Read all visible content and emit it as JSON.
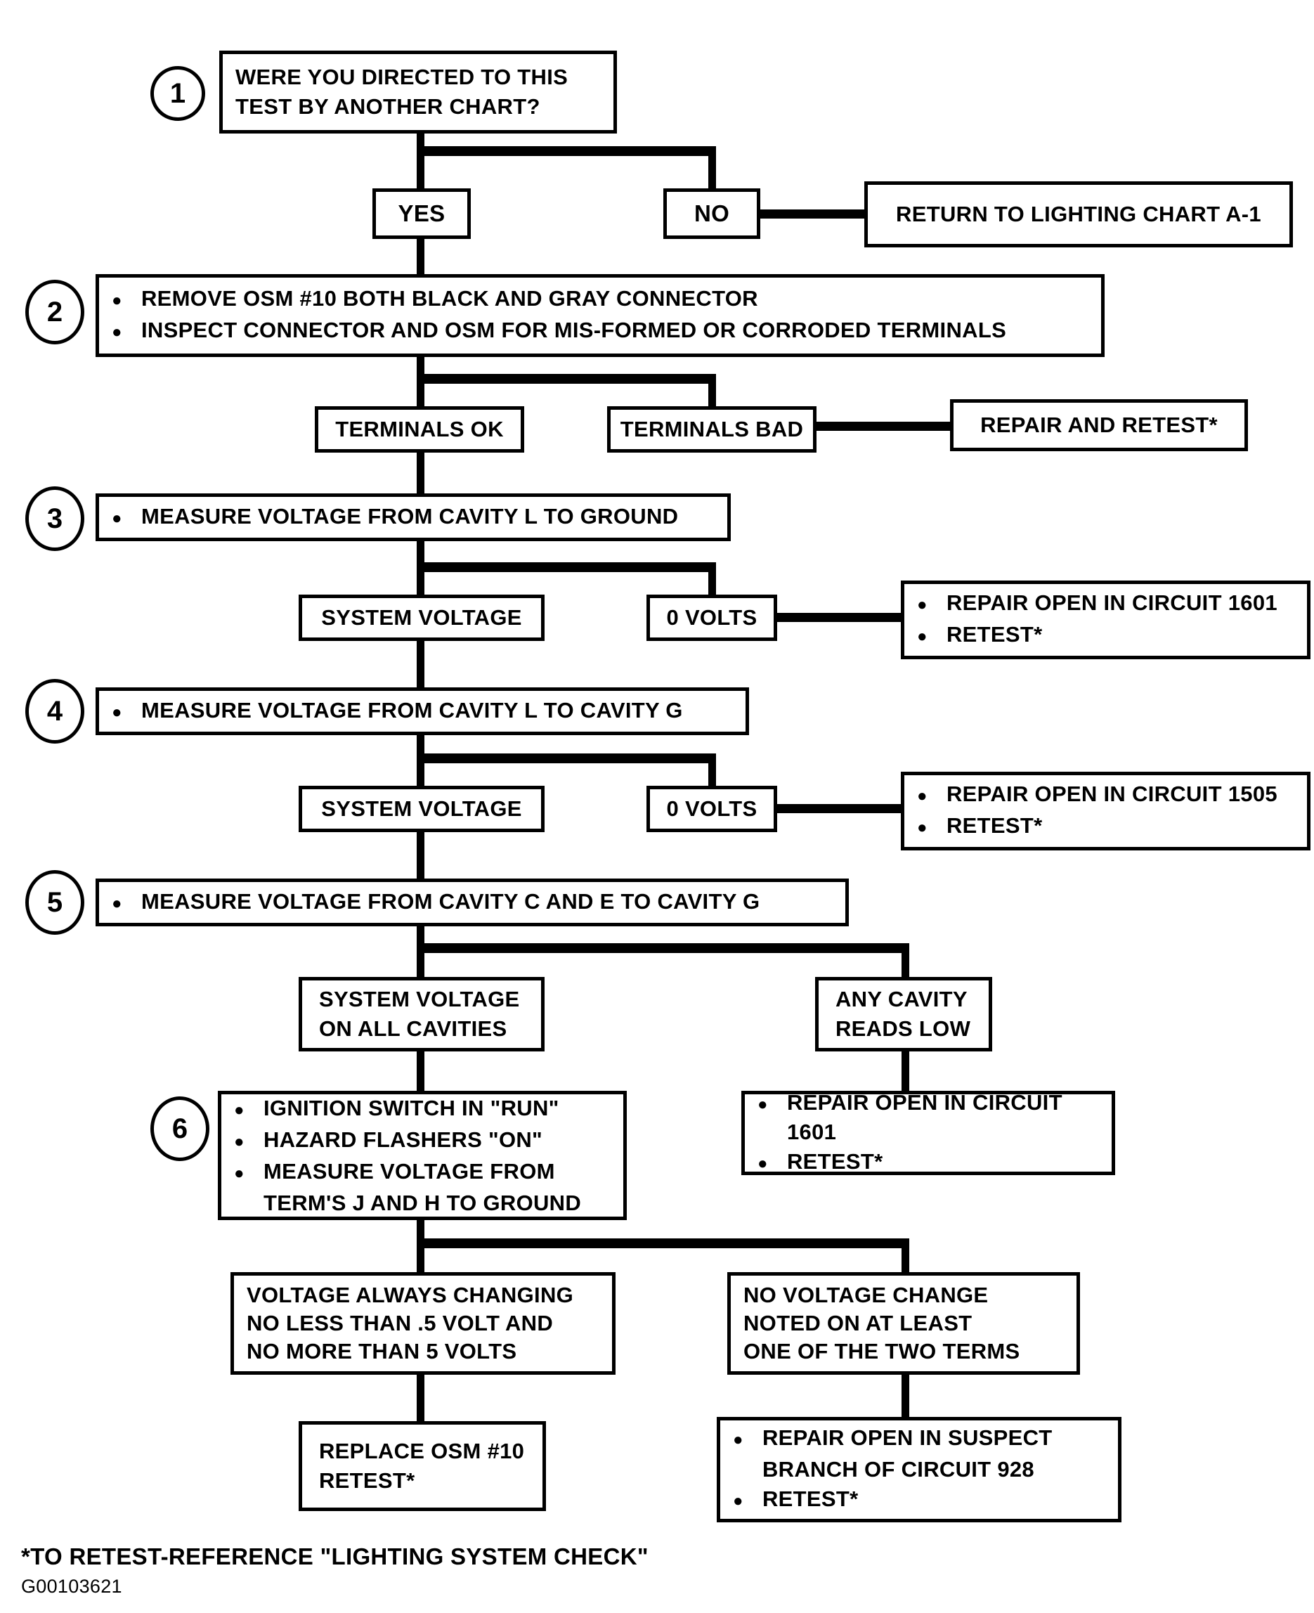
{
  "step_numbers": [
    "1",
    "2",
    "3",
    "4",
    "5",
    "6"
  ],
  "icons": {
    "bullet": "●"
  },
  "colors": {
    "ink": "#000000",
    "background": "#ffffff"
  },
  "nodes": {
    "question": {
      "line1": "WERE YOU DIRECTED TO THIS",
      "line2": "TEST BY ANOTHER CHART?"
    },
    "yes_label": "YES",
    "no_label": "NO",
    "return_chart": "RETURN TO LIGHTING CHART A-1",
    "step2": {
      "bullet1": "REMOVE OSM #10 BOTH BLACK AND GRAY CONNECTOR",
      "bullet2": "INSPECT CONNECTOR AND OSM FOR MIS-FORMED OR CORRODED TERMINALS"
    },
    "terminals_ok": "TERMINALS OK",
    "terminals_bad": "TERMINALS BAD",
    "repair_and_retest": "REPAIR AND RETEST*",
    "step3": {
      "bullet1": "MEASURE VOLTAGE FROM CAVITY L TO GROUND"
    },
    "system_voltage_1": "SYSTEM VOLTAGE",
    "zero_volts_1": "0 VOLTS",
    "repair_1601_a": {
      "bullet1": "REPAIR OPEN IN CIRCUIT 1601",
      "bullet2": "RETEST*"
    },
    "step4": {
      "bullet1": "MEASURE VOLTAGE FROM CAVITY L TO CAVITY G"
    },
    "system_voltage_2": "SYSTEM VOLTAGE",
    "zero_volts_2": "0 VOLTS",
    "repair_1505": {
      "bullet1": "REPAIR OPEN IN CIRCUIT 1505",
      "bullet2": "RETEST*"
    },
    "step5": {
      "bullet1": "MEASURE VOLTAGE FROM CAVITY C AND E TO CAVITY G"
    },
    "system_voltage_all": {
      "line1": "SYSTEM VOLTAGE",
      "line2": "ON ALL CAVITIES"
    },
    "any_cavity": {
      "line1": "ANY CAVITY",
      "line2": "READS LOW"
    },
    "step6": {
      "bullet1": "IGNITION SWITCH IN \"RUN\"",
      "bullet2": "HAZARD FLASHERS \"ON\"",
      "bullet3": "MEASURE VOLTAGE FROM",
      "bullet3_cont": "TERM'S J AND H TO GROUND"
    },
    "repair_1601_b": {
      "bullet1": "REPAIR OPEN IN CIRCUIT 1601",
      "bullet2": "RETEST*"
    },
    "voltage_changing": {
      "line1": "VOLTAGE ALWAYS CHANGING",
      "line2": "NO LESS THAN .5 VOLT AND",
      "line3": "NO MORE THAN 5 VOLTS"
    },
    "no_voltage_change": {
      "line1": "NO VOLTAGE CHANGE",
      "line2": "NOTED ON AT LEAST",
      "line3": "ONE OF THE TWO TERMS"
    },
    "replace_osm": {
      "line1": "REPLACE OSM #10",
      "line2": "RETEST*"
    },
    "repair_928": {
      "bullet1": "REPAIR OPEN IN SUSPECT",
      "bullet1_cont": "BRANCH OF CIRCUIT 928",
      "bullet2": "RETEST*"
    }
  },
  "footer": {
    "footnote": "*TO RETEST-REFERENCE \"LIGHTING SYSTEM CHECK\"",
    "figure_number": "G00103621"
  }
}
